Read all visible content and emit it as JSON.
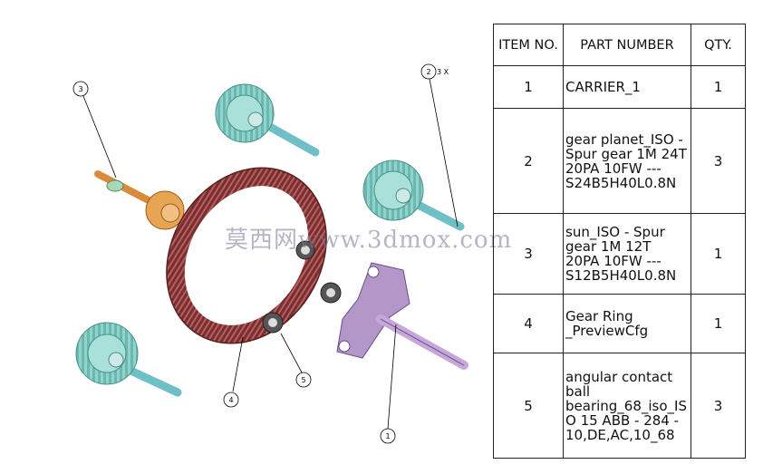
{
  "bom": {
    "headers": [
      "ITEM NO.",
      "PART NUMBER",
      "QTY."
    ],
    "rows": [
      {
        "item": "1",
        "part": "CARRIER_1",
        "qty": "1"
      },
      {
        "item": "2",
        "part": "gear planet_ISO - Spur gear 1M 24T 20PA 10FW ---S24B5H40L0.8N",
        "qty": "3"
      },
      {
        "item": "3",
        "part": "sun_ISO - Spur gear 1M 12T 20PA 10FW ---S12B5H40L0.8N",
        "qty": "1"
      },
      {
        "item": "4",
        "part": "Gear Ring _PreviewCfg",
        "qty": "1"
      },
      {
        "item": "5",
        "part": "angular contact ball bearing_68_iso_ISO 15 ABB - 284 - 10,DE,AC,10_68",
        "qty": "3"
      }
    ]
  },
  "balloons": {
    "sun_gear": "3",
    "planet_qty": "2",
    "planet_qty_suffix": "3 X",
    "ring": "4",
    "bearing": "5",
    "carrier": "1"
  },
  "watermark": "莫西网www.3dmox.com",
  "colors": {
    "gear_teal": "#8fd3cc",
    "shaft_teal": "#6fc0c6",
    "ring_maroon": "#7a2e2e",
    "carrier_purple": "#b497c9",
    "sun_orange": "#d98a3a"
  }
}
